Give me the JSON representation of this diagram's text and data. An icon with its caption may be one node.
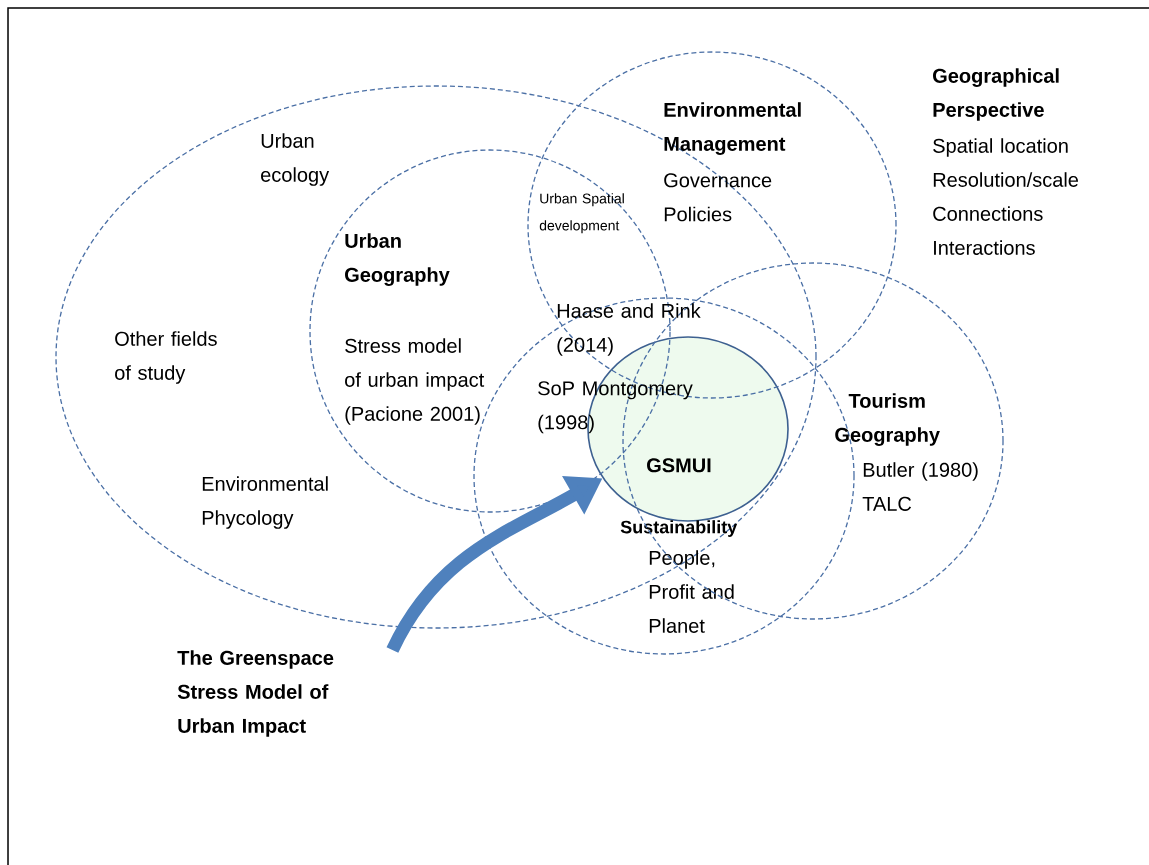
{
  "diagram": {
    "nodes": [
      {
        "text": [
          "Urban ecology",
          "Other fields of study",
          "Environmental Phycology"
        ]
      },
      {
        "text": [
          "Urban Geography",
          "Stress model of urban impact (Pacione 2001)"
        ],
        "in": 0
      },
      {
        "text": [
          "Environmental Management",
          "Governance Policies"
        ]
      },
      {
        "text": [
          "Sustainability",
          "People, Profit and Planet"
        ]
      },
      {
        "text": [
          "Tourism Geography",
          "Butler (1980) TALC"
        ]
      },
      {
        "text": [
          "GSMUI"
        ],
        "in": 3
      },
      {
        "text": [
          "The Greenspace Stress Model of Urban Impact"
        ]
      }
    ],
    "edges": [
      {
        "from": 6,
        "to": 5,
        "arrow": "to",
        "color": "#4f81bd"
      }
    ],
    "labels": [
      "Geographical Perspective",
      "Spatial location",
      "Resolution/scale",
      "Connections",
      "Interactions",
      "Urban Spatial development",
      "Haase and Rink (2014)",
      "SoP Montgomery (1998)"
    ]
  }
}
